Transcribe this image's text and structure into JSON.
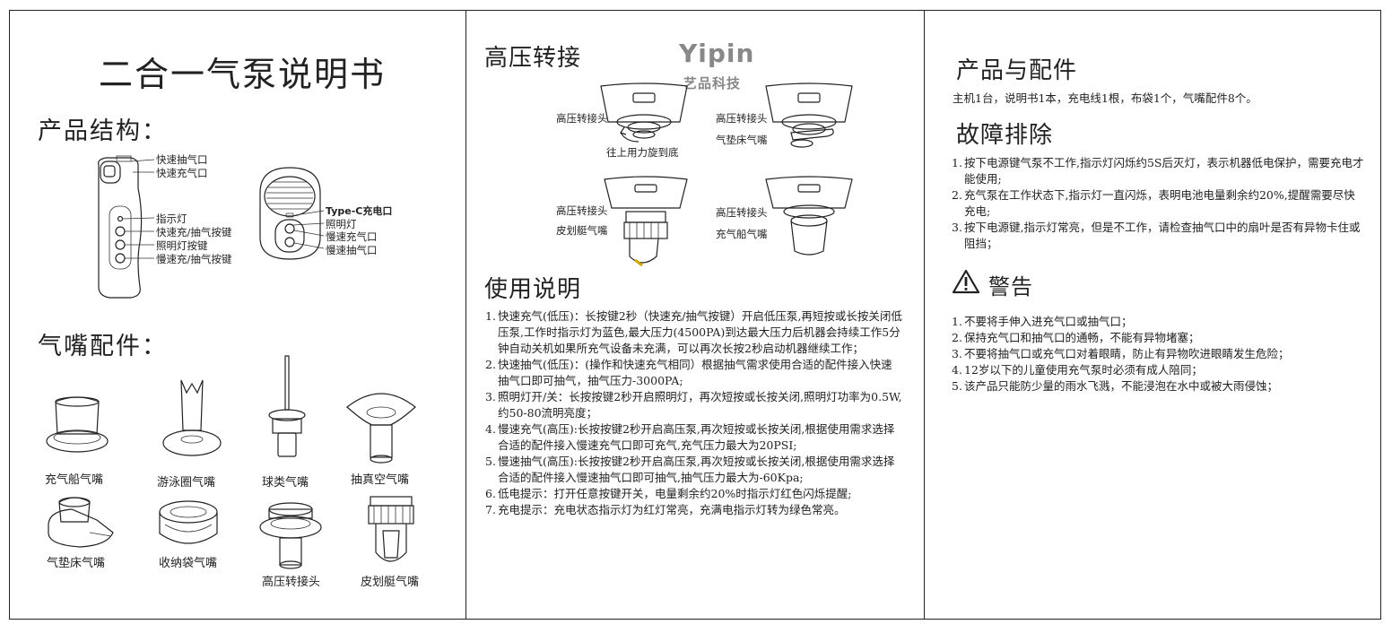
{
  "left": {
    "title": "二合一气泵说明书",
    "structure_heading": "产品结构：",
    "pump_labels": [
      "快速抽气口",
      "快速充气口",
      "指示灯",
      "快速充/抽气按键",
      "照明灯按键",
      "慢速充/抽气按键"
    ],
    "side_labels": [
      "Type-C充电口",
      "照明灯",
      "慢速充气口",
      "慢速抽气口"
    ],
    "nozzle_heading": "气嘴配件：",
    "nozzles": [
      "充气船气嘴",
      "游泳圈气嘴",
      "球类气嘴",
      "抽真空气嘴",
      "气垫床气嘴",
      "收纳袋气嘴",
      "高压转接头",
      "皮划艇气嘴"
    ]
  },
  "middle": {
    "heading": "高压转接",
    "logo_en": "Yipin",
    "logo_cn": "艺品科技",
    "diagram_labels": {
      "a1": "高压转接头",
      "a_hint": "往上用力旋到底",
      "b1": "高压转接头",
      "b2": "气垫床气嘴",
      "c1": "高压转接头",
      "c2": "皮划艇气嘴",
      "d1": "高压转接头",
      "d2": "充气船气嘴"
    },
    "usage_heading": "使用说明",
    "usage": [
      {
        "num": "1.",
        "text": "快速充气(低压)：长按键2秒（快速充/抽气按键）开启低压泵,再短按或长按关闭低压泵,工作时指示灯为蓝色,最大压力(4500PA)到达最大压力后机器会持续工作5分钟自动关机如果所充气设备未充满，可以再次长按2秒启动机器继续工作；"
      },
      {
        "num": "2.",
        "text": "快速抽气(低压)：(操作和快速充气相同）根据抽气需求使用合适的配件接入快速抽气口即可抽气，抽气压力-3000PA;"
      },
      {
        "num": "3.",
        "text": "照明灯开/关：长按按键2秒开启照明灯，再次短按或长按关闭,照明灯功率为0.5W,约50-80流明亮度；"
      },
      {
        "num": "4.",
        "text": "慢速充气(高压):长按按键2秒开启高压泵,再次短按或长按关闭,根据使用需求选择合适的配件接入慢速充气口即可充气,充气压力最大为20PSI;"
      },
      {
        "num": "5.",
        "text": "慢速抽气(高压):长按按键2秒开启高压泵,再次短按或长按关闭,根据使用需求选择合适的配件接入慢速抽气口即可抽气,抽气压力最大为-60Kpa;"
      },
      {
        "num": "6.",
        "text": "低电提示：打开任意按键开关，电量剩余约20%时指示灯红色闪烁提醒;"
      },
      {
        "num": "7.",
        "text": "充电提示：充电状态指示灯为红灯常亮，充满电指示灯转为绿色常亮。"
      }
    ]
  },
  "right": {
    "parts_heading": "产品与配件",
    "parts_text": "主机1台，说明书1本，充电线1根，布袋1个，气嘴配件8个。",
    "trouble_heading": "故障排除",
    "trouble": [
      {
        "num": "1.",
        "text": "按下电源键气泵不工作,指示灯闪烁约5S后灭灯，表示机器低电保护，需要充电才能使用;"
      },
      {
        "num": "2.",
        "text": "充气泵在工作状态下,指示灯一直闪烁，表明电池电量剩余约20%,提醒需要尽快充电;"
      },
      {
        "num": "3.",
        "text": "按下电源键,指示灯常亮，但是不工作，请检查抽气口中的扇叶是否有异物卡住或阻挡；"
      }
    ],
    "warning_heading": "警告",
    "warnings": [
      {
        "num": "1.",
        "text": "不要将手伸入进充气口或抽气口；"
      },
      {
        "num": "2.",
        "text": "保持充气口和抽气口的通畅，不能有异物堵塞；"
      },
      {
        "num": "3.",
        "text": "不要将抽气口或充气口对着眼睛，防止有异物吹进眼睛发生危险；"
      },
      {
        "num": "4.",
        "text": "12岁以下的儿童使用充气泵时必须有成人陪同；"
      },
      {
        "num": "5.",
        "text": "该产品只能防少量的雨水飞溅，不能浸泡在水中或被大雨侵蚀；"
      }
    ]
  }
}
